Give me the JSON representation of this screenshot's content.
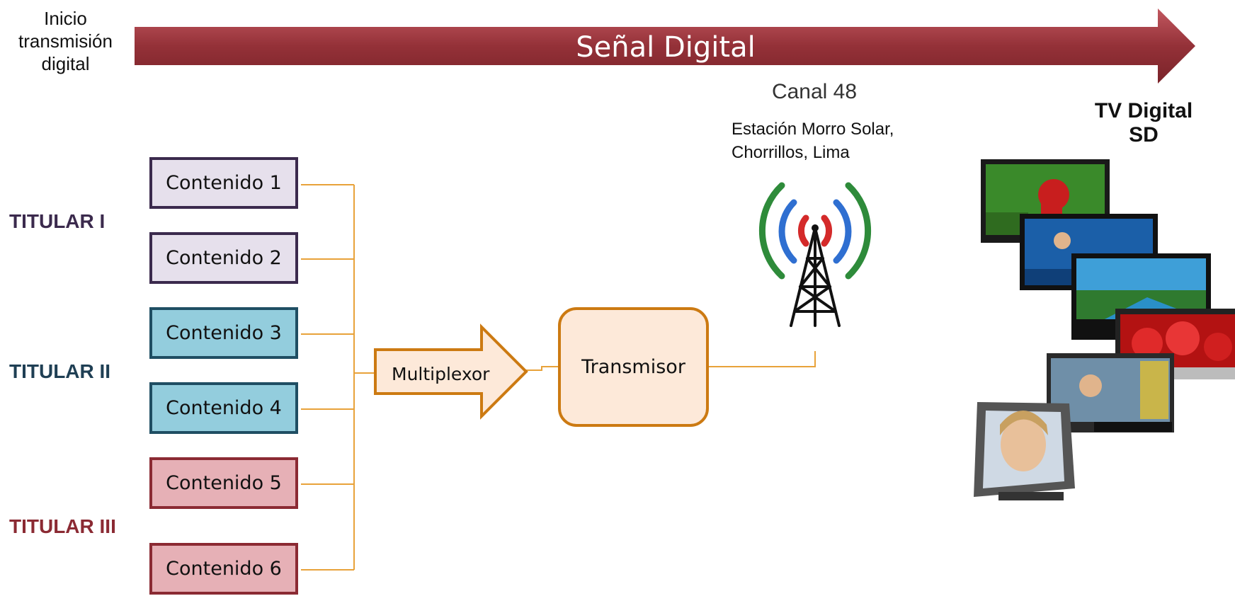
{
  "header": {
    "inicio_line1": "Inicio",
    "inicio_line2": "transmisión",
    "inicio_line3": "digital",
    "signal_label": "Señal Digital"
  },
  "station": {
    "channel": "Canal 48",
    "location_line1": "Estación Morro Solar,",
    "location_line2": "Chorrillos, Lima"
  },
  "tv": {
    "line1": "TV Digital",
    "line2": "SD"
  },
  "titulares": [
    {
      "label": "TITULAR I",
      "color": "#3b2a4d"
    },
    {
      "label": "TITULAR II",
      "color": "#1f3f54"
    },
    {
      "label": "TITULAR III",
      "color": "#8b2a33"
    }
  ],
  "contents": [
    {
      "label": "Contenido 1",
      "group": "purple"
    },
    {
      "label": "Contenido 2",
      "group": "purple"
    },
    {
      "label": "Contenido 3",
      "group": "blue"
    },
    {
      "label": "Contenido 4",
      "group": "blue"
    },
    {
      "label": "Contenido 5",
      "group": "red"
    },
    {
      "label": "Contenido 6",
      "group": "red"
    }
  ],
  "multiplexor": "Multiplexor",
  "transmisor": "Transmisor",
  "colors": {
    "arrow": "#943138",
    "connector": "#e8a23a",
    "tower_outer": "#2e8b3a",
    "tower_mid": "#2f6fd1",
    "tower_inner": "#d42a2a"
  }
}
